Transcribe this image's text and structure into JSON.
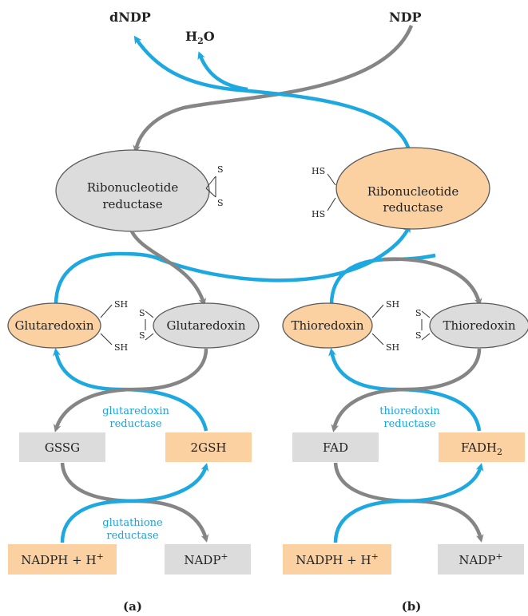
{
  "colors": {
    "blue": "#1ea8e0",
    "gray": "#858585",
    "peach": "#fbd1a2",
    "light_gray": "#dcdcdc",
    "outline": "#5a5a5a"
  },
  "top": {
    "dndp": "dNDP",
    "h2o_main": "H",
    "h2o_sub": "2",
    "h2o_tail": "O",
    "ndp": "NDP"
  },
  "rnr_left": {
    "line1": "Ribonucleotide",
    "line2": "reductase",
    "s1": "S",
    "s2": "S"
  },
  "rnr_right": {
    "line1": "Ribonucleotide",
    "line2": "reductase",
    "hs1": "HS",
    "hs2": "HS"
  },
  "panel_a": {
    "left_ellipse": "Glutaredoxin",
    "right_ellipse": "Glutaredoxin",
    "sh_top": "SH",
    "sh_bottom": "SH",
    "s_top": "S",
    "s_bottom": "S",
    "enzyme1_line1": "glutaredoxin",
    "enzyme1_line2": "reductase",
    "box_left": "GSSG",
    "box_right": "2GSH",
    "enzyme2_line1": "glutathione",
    "enzyme2_line2": "reductase",
    "nadph": "NADPH + H",
    "nadph_sup": "+",
    "nadp": "NADP",
    "nadp_sup": "+",
    "label": "(a)"
  },
  "panel_b": {
    "left_ellipse": "Thioredoxin",
    "right_ellipse": "Thioredoxin",
    "sh_top": "SH",
    "sh_bottom": "SH",
    "s_top": "S",
    "s_bottom": "S",
    "enzyme1_line1": "thioredoxin",
    "enzyme1_line2": "reductase",
    "box_left": "FAD",
    "box_right_main": "FADH",
    "box_right_sub": "2",
    "nadph": "NADPH + H",
    "nadph_sup": "+",
    "nadp": "NADP",
    "nadp_sup": "+",
    "label": "(b)"
  }
}
